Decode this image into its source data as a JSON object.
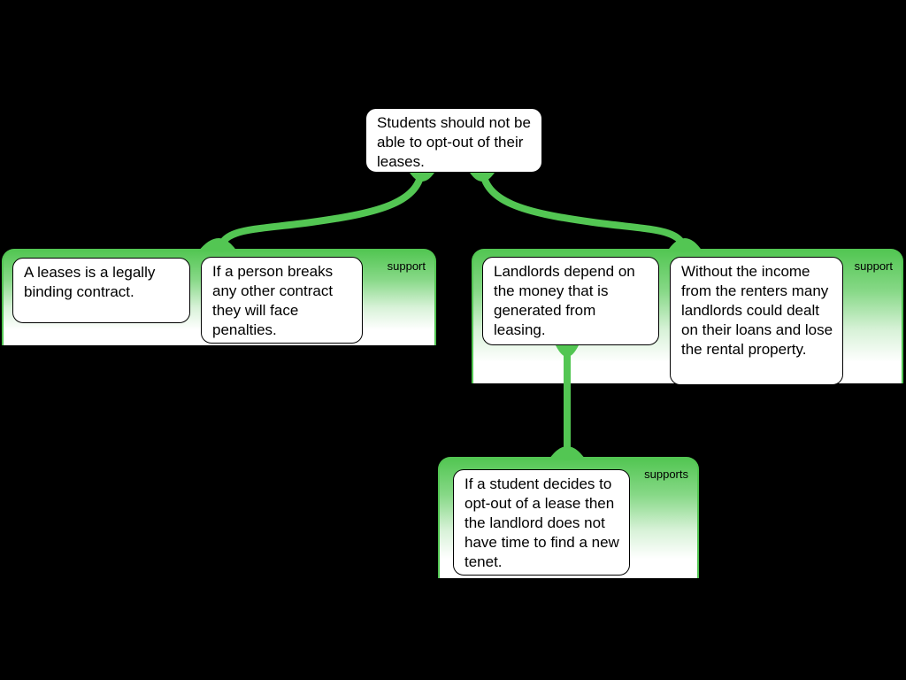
{
  "theme": {
    "accent_green": "#53c653",
    "background": "#000000",
    "node_fill": "#ffffff",
    "text_color": "#000000"
  },
  "claim": {
    "text": "Students should not be able to opt-out of their leases."
  },
  "groups": [
    {
      "label": "support",
      "boxes": [
        "A leases is a legally binding contract.",
        "If a person breaks any other contract they will face penalties."
      ]
    },
    {
      "label": "support",
      "boxes": [
        "Landlords depend on the money that is generated from leasing.",
        "Without the income from the renters many landlords could dealt on their loans and lose the rental property."
      ]
    },
    {
      "label": "supports",
      "boxes": [
        "If a student decides to opt-out of a lease then the landlord does not have time to find a new tenet."
      ]
    }
  ]
}
